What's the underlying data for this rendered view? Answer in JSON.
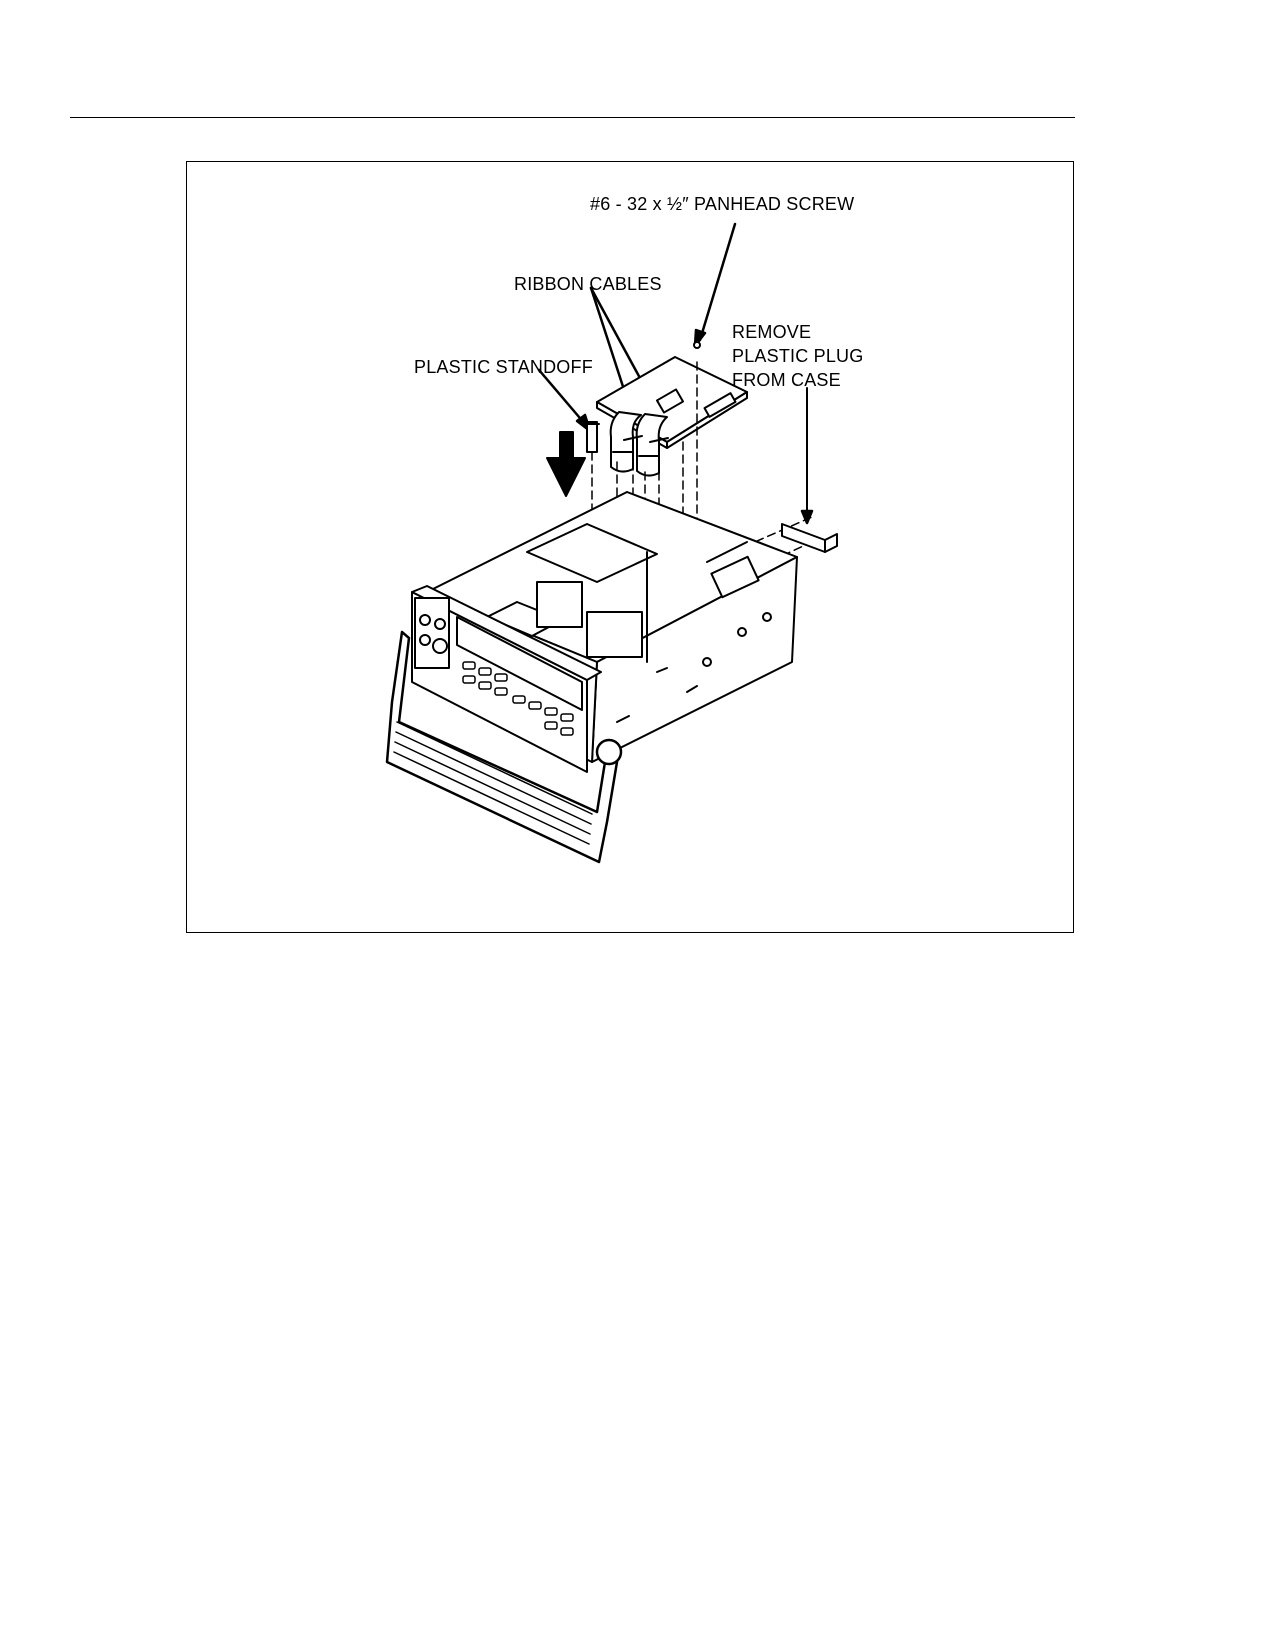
{
  "figure": {
    "callouts": {
      "panhead_screw": "#6 - 32 x ½″ PANHEAD SCREW",
      "ribbon_cables": "RIBBON CABLES",
      "plastic_standoff": "PLASTIC STANDOFF",
      "remove_plug": [
        "REMOVE",
        "PLASTIC  PLUG",
        "FROM  CASE"
      ]
    },
    "icons": [
      "down-arrow-icon"
    ],
    "colors": {
      "ink": "#000000",
      "paper": "#ffffff"
    }
  }
}
